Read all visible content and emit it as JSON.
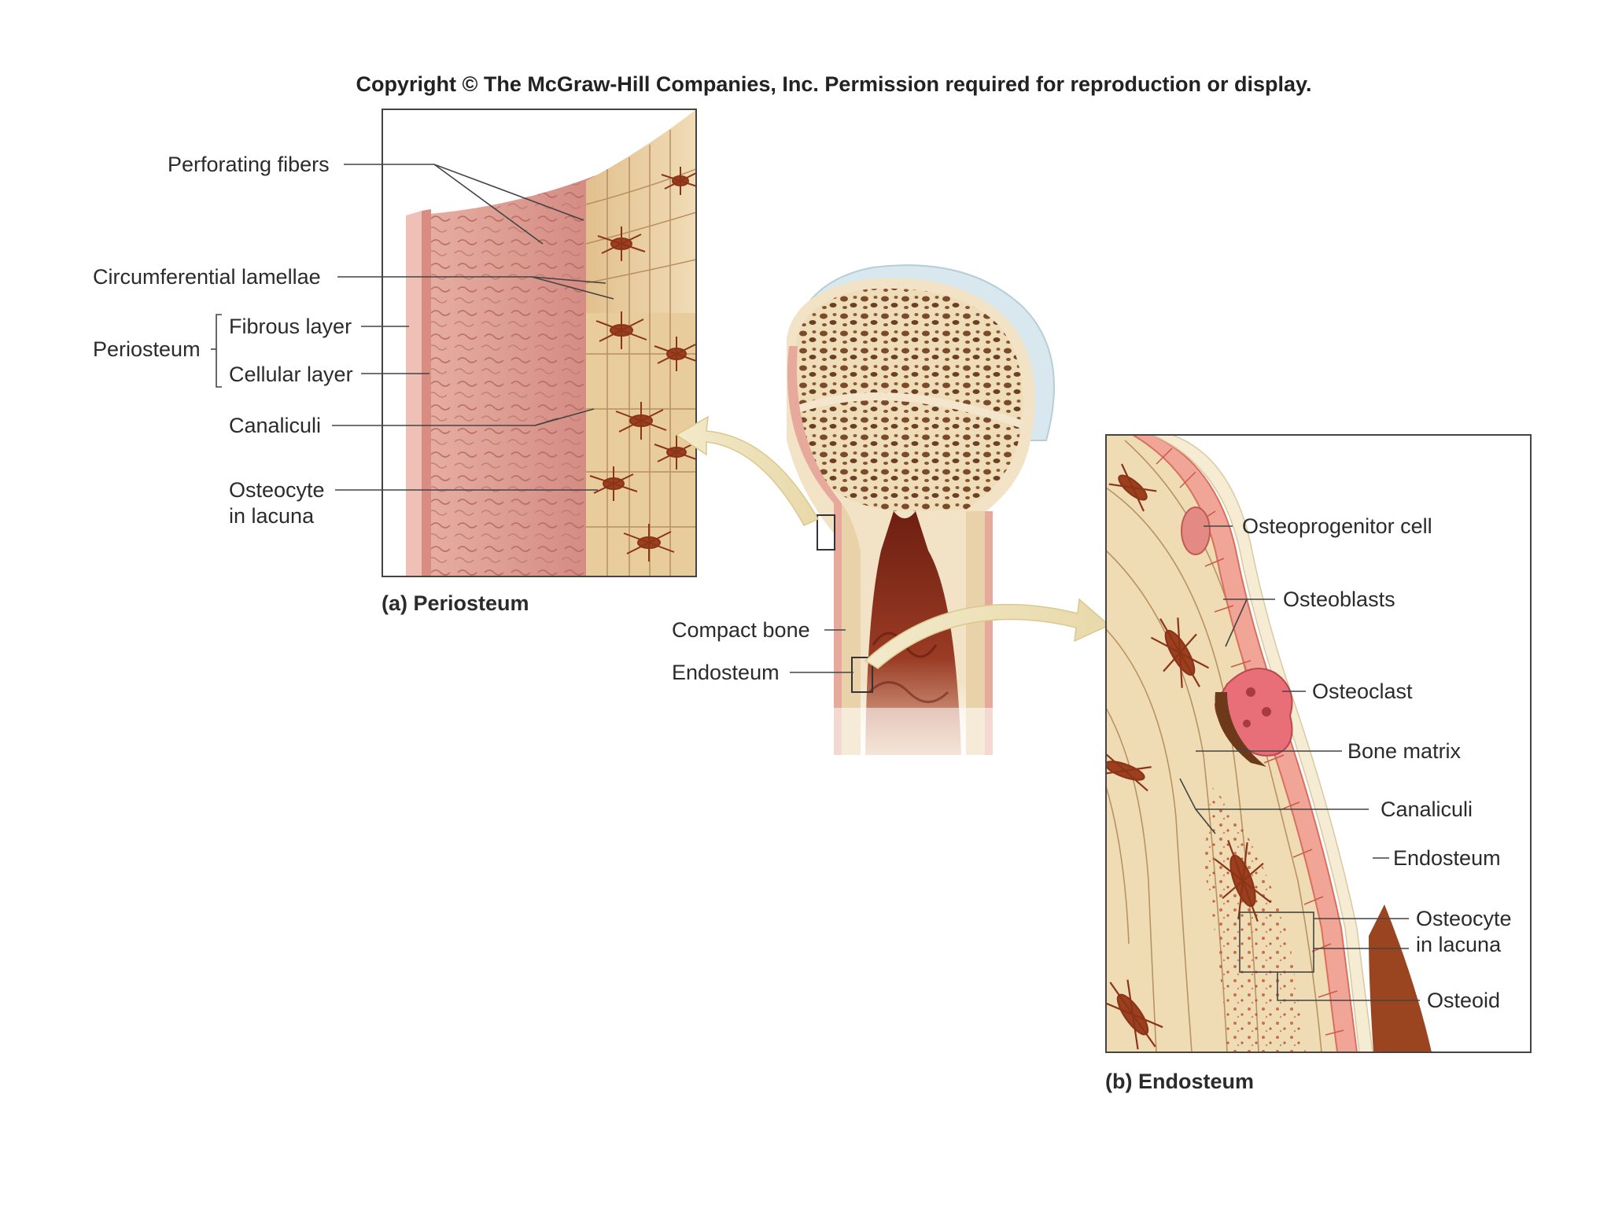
{
  "copyright": "Copyright © The McGraw-Hill Companies, Inc. Permission required for reproduction or display.",
  "panel_a": {
    "caption": "(a) Periosteum",
    "labels": {
      "perforating_fibers": "Perforating fibers",
      "circumferential_lamellae": "Circumferential lamellae",
      "periosteum": "Periosteum",
      "fibrous_layer": "Fibrous layer",
      "cellular_layer": "Cellular layer",
      "canaliculi": "Canaliculi",
      "osteocyte_line1": "Osteocyte",
      "osteocyte_line2": "in lacuna"
    }
  },
  "center": {
    "compact_bone": "Compact bone",
    "endosteum": "Endosteum"
  },
  "panel_b": {
    "caption": "(b) Endosteum",
    "labels": {
      "osteoprogenitor_cell": "Osteoprogenitor cell",
      "osteoblasts": "Osteoblasts",
      "osteoclast": "Osteoclast",
      "bone_matrix": "Bone matrix",
      "canaliculi": "Canaliculi",
      "endosteum": "Endosteum",
      "osteocyte_line1": "Osteocyte",
      "osteocyte_line2": "in lacuna",
      "osteoid": "Osteoid"
    }
  },
  "colors": {
    "periosteum_pink": "#d9958b",
    "bone_beige": "#ecd3a8",
    "osteocyte_brown": "#9a3d1f",
    "marrow_red": "#8a2d1c",
    "cartilage_blue": "#cfe2ea",
    "arrow_cream": "#efe3be"
  }
}
